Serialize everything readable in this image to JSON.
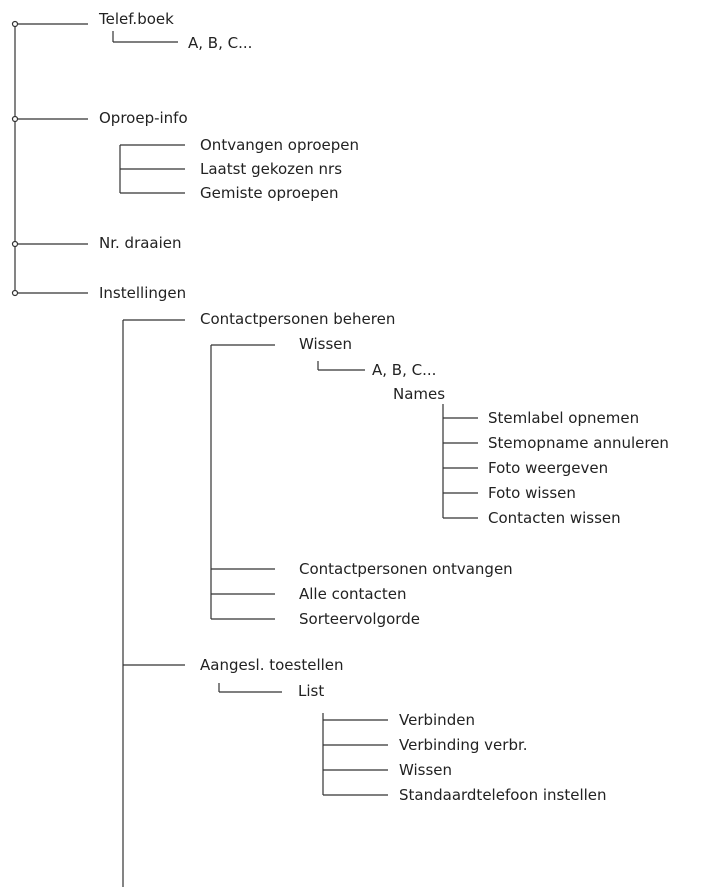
{
  "menu": {
    "telefboek": {
      "label": "Telef.boek",
      "entry": "A, B, C..."
    },
    "oproep_info": {
      "label": "Oproep-info",
      "items": [
        "Ontvangen oproepen",
        "Laatst gekozen nrs",
        "Gemiste oproepen"
      ]
    },
    "nr_draaien": {
      "label": "Nr. draaien"
    },
    "instellingen": {
      "label": "Instellingen",
      "contactpersonen": {
        "label": "Contactpersonen beheren",
        "wissen": {
          "label": "Wissen",
          "entry": "A, B, C...",
          "names": {
            "label": "Names",
            "items": [
              "Stemlabel opnemen",
              "Stemopname annuleren",
              "Foto weergeven",
              "Foto wissen",
              "Contacten wissen"
            ]
          }
        },
        "items": [
          "Contactpersonen ontvangen",
          "Alle contacten",
          "Sorteervolgorde"
        ]
      },
      "toestellen": {
        "label": "Aangesl. toestellen",
        "list": {
          "label": "List",
          "items": [
            "Verbinden",
            "Verbinding verbr.",
            "Wissen",
            "Standaardtelefoon instellen"
          ]
        }
      }
    }
  },
  "colors": {
    "line": "#333333",
    "text": "#222222"
  }
}
